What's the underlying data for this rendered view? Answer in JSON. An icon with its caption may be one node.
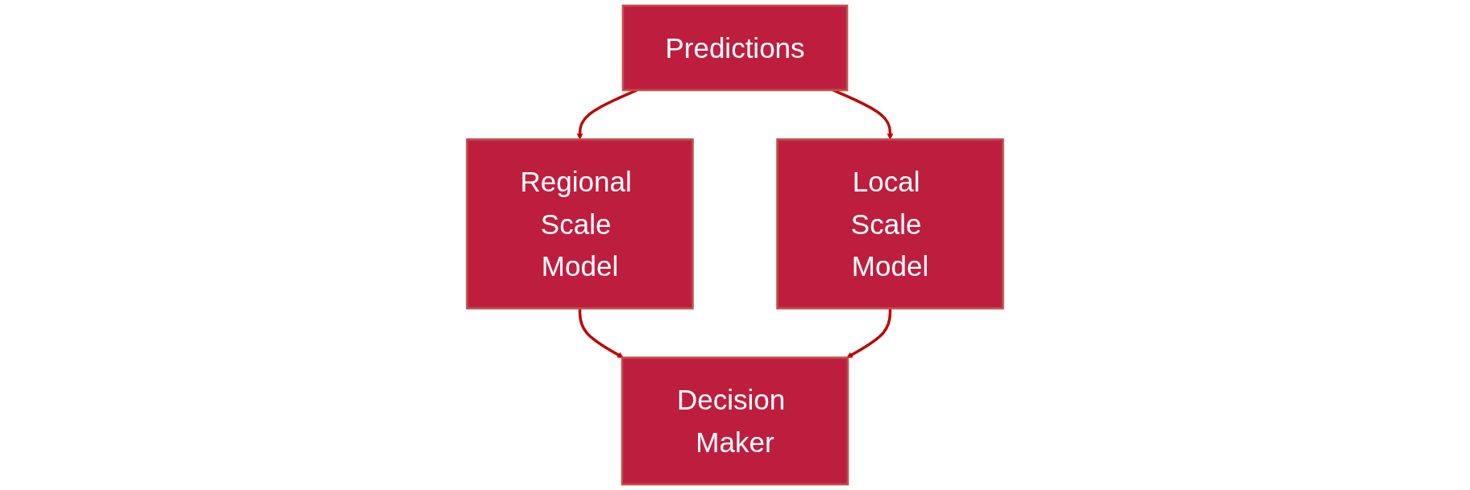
{
  "diagram": {
    "nodes": [
      {
        "text": [
          "Predictions"
        ]
      },
      {
        "text": [
          "Regional Scale Model"
        ]
      },
      {
        "text": [
          "Local Scale Model"
        ]
      },
      {
        "text": [
          "Decision Maker"
        ]
      }
    ],
    "edges": [
      {
        "from": 0,
        "to": 1,
        "arrow": "to"
      },
      {
        "from": 0,
        "to": 2,
        "arrow": "to"
      },
      {
        "from": 1,
        "to": 3,
        "arrow": "to"
      },
      {
        "from": 2,
        "to": 3,
        "arrow": "to"
      }
    ]
  }
}
